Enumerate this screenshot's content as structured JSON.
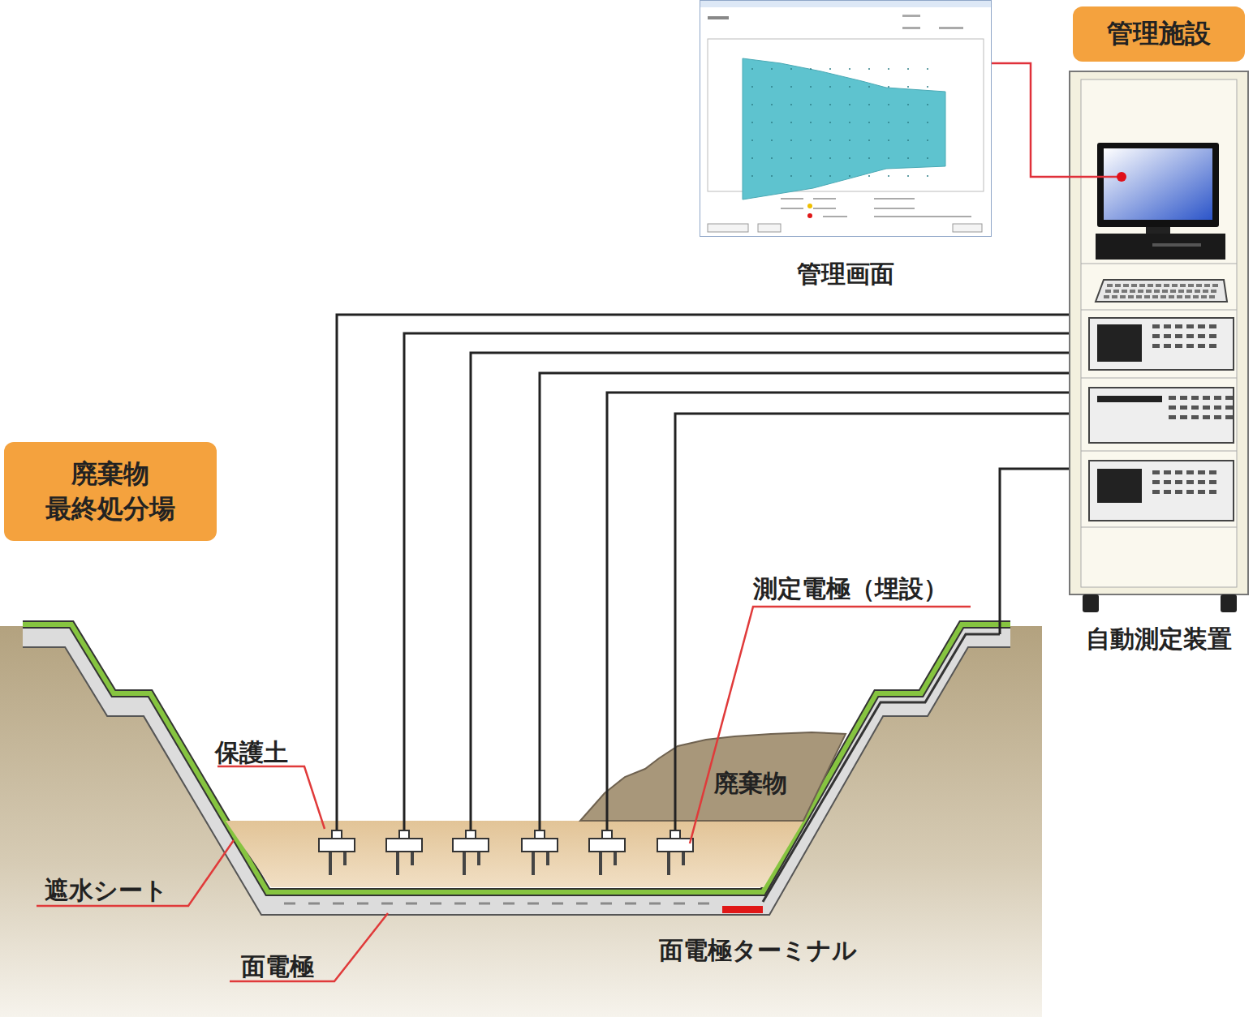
{
  "diagram": {
    "nodes": [
      {
        "text": [
          "管理施設"
        ]
      },
      {
        "text": [
          "管理画面"
        ]
      },
      {
        "text": [
          "自動測定装置"
        ]
      },
      {
        "text": [
          "廃棄物 最終処分場"
        ]
      }
    ],
    "edges": [
      {
        "from": 1,
        "to": 2,
        "arrow": "none"
      }
    ],
    "labels": [
      "保護土",
      "遮水シート",
      "面電極",
      "面電極ターミナル",
      "測定電極（埋設）",
      "廃棄物"
    ]
  }
}
